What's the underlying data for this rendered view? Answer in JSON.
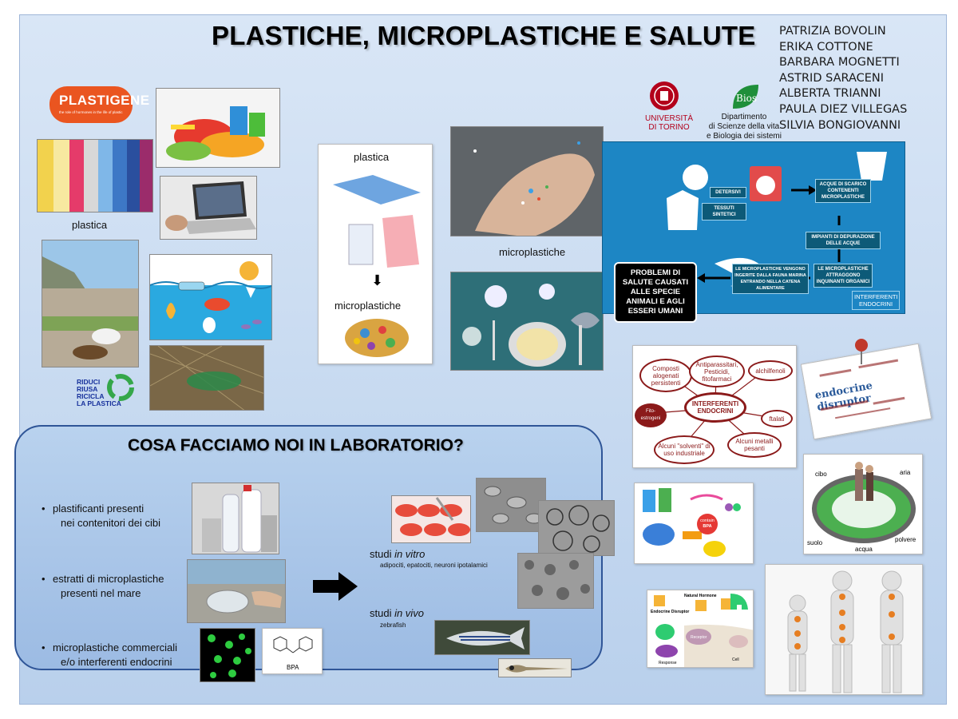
{
  "poster": {
    "title": "PLASTICHE, MICROPLASTICHE E SALUTE",
    "authors": [
      "PATRIZIA BOVOLIN",
      "ERIKA COTTONE",
      "BARBARA MOGNETTI",
      "ASTRID SARACENI",
      "ALBERTA TRIANNI",
      "PAULA DIEZ VILLEGAS",
      "SILVIA BONGIOVANNI"
    ],
    "logos": {
      "unito_1": "UNIVERSITÀ",
      "unito_2": "DI TORINO",
      "bios": "Bios",
      "dept_1": "Dipartimento",
      "dept_2": "di Scienze della vita",
      "dept_3": "e Biologia dei sistemi",
      "plastigene": "PLASTIGENE",
      "plastigene_tag": "the role of hormones in the life of plastic",
      "riduci": [
        "RIDUCI",
        "RIUSA",
        "RICICLA",
        "LA PLASTICA"
      ]
    }
  },
  "left_section": {
    "plastica_label": "plastica"
  },
  "middle_card": {
    "top_label": "plastica",
    "bottom_label": "microplastiche",
    "arrow": "⬇"
  },
  "micro_label": "microplastiche",
  "flow_diagram": {
    "detersivi": "DETERSIVI",
    "tessuti": "TESSUTI SINTETICI",
    "acque_scarico": "ACQUE DI SCARICO CONTENENTI MICROPLASTICHE",
    "impianti": "IMPIANTI DI DEPURAZIONE DELLE ACQUE",
    "attraggono": "LE MICROPLASTICHE ATTRAGGONO INQUINANTI ORGANICI",
    "ingerite": "LE MICROPLASTICHE VENGONO INGERITE DALLA FAUNA MARINA ENTRANDO NELLA CATENA ALIMENTARE",
    "problemi": "PROBLEMI DI SALUTE CAUSATI ALLE SPECIE ANIMALI E AGLI ESSERI UMANI",
    "interferenti": "INTERFERENTI ENDOCRINI"
  },
  "mindmap": {
    "center": "INTERFERENTI ENDOCRINI",
    "nodes": [
      "Composti alogenati persistenti",
      "Antiparassitari, Pesticidi, fitofarmaci",
      "alchilfenoli",
      "Fito-estrogeni",
      "ftalati",
      "Alcuni \"solventi\" di uso industriale",
      "Alcuni metalli pesanti"
    ]
  },
  "word_cloud": {
    "main": "endocrine disruptor"
  },
  "bpa_badge": {
    "line1": "contain",
    "line2": "BPA"
  },
  "exposure": {
    "cibo": "cibo",
    "aria": "aria",
    "suolo": "suolo",
    "acqua": "acqua",
    "polvere": "polvere"
  },
  "receptor": {
    "natural": "Natural Hormone",
    "disruptor": "Endocrine Disruptor",
    "receptor": "Receptor",
    "response": "Response",
    "cell": "Cell"
  },
  "lab": {
    "title": "COSA FACCIAMO NOI IN LABORATORIO?",
    "bullets": [
      {
        "l1": "plastificanti presenti",
        "l2": "nei contenitori dei cibi"
      },
      {
        "l1": "estratti di microplastiche",
        "l2": "presenti nel mare"
      },
      {
        "l1": "microplastiche commerciali",
        "l2": "e/o interferenti endocrini"
      }
    ],
    "bpa": "BPA",
    "vitro_prefix": "studi ",
    "vitro_italic": "in vitro",
    "vitro_detail": "adipociti, epatociti, neuroni ipotalamici",
    "vivo_prefix": "studi ",
    "vivo_italic": "in vivo",
    "vivo_detail": "zebrafish"
  },
  "colors": {
    "panel_blue": "#1d86c4",
    "dark_red": "#8b1a1a",
    "lab_border": "#2f5597"
  }
}
